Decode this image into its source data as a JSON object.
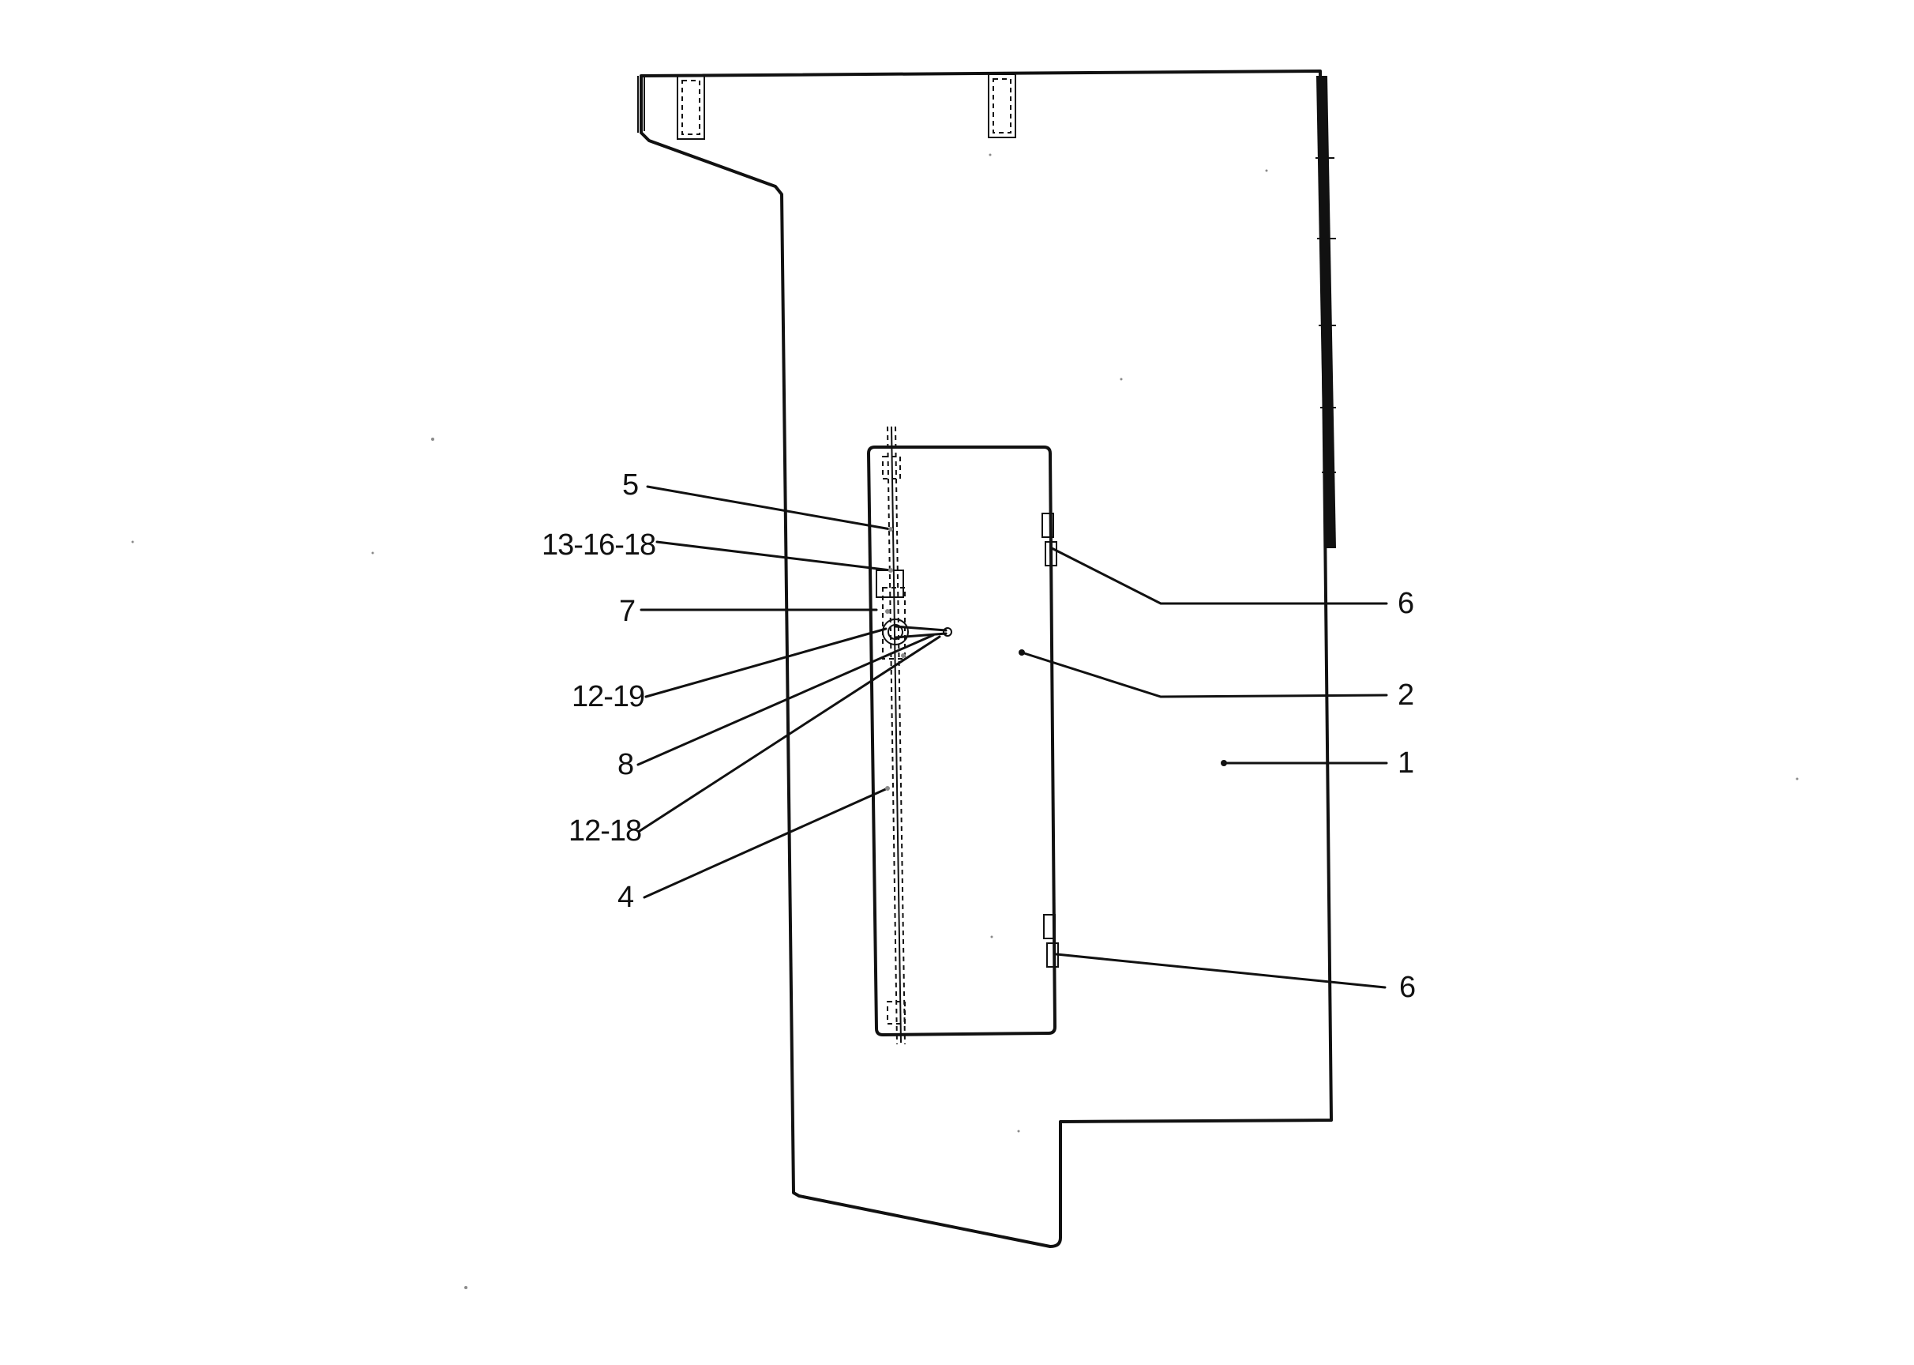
{
  "diagram": {
    "callouts": [
      {
        "id": "5",
        "text": "5"
      },
      {
        "id": "13-16-18",
        "text": "13-16-18"
      },
      {
        "id": "7",
        "text": "7"
      },
      {
        "id": "12-19",
        "text": "12-19"
      },
      {
        "id": "8",
        "text": "8"
      },
      {
        "id": "12-18",
        "text": "12-18"
      },
      {
        "id": "4",
        "text": "4"
      },
      {
        "id": "6-top",
        "text": "6"
      },
      {
        "id": "2",
        "text": "2"
      },
      {
        "id": "1",
        "text": "1"
      },
      {
        "id": "6-bottom",
        "text": "6"
      }
    ],
    "colors": {
      "ink": "#111111",
      "paper": "#ffffff"
    }
  }
}
